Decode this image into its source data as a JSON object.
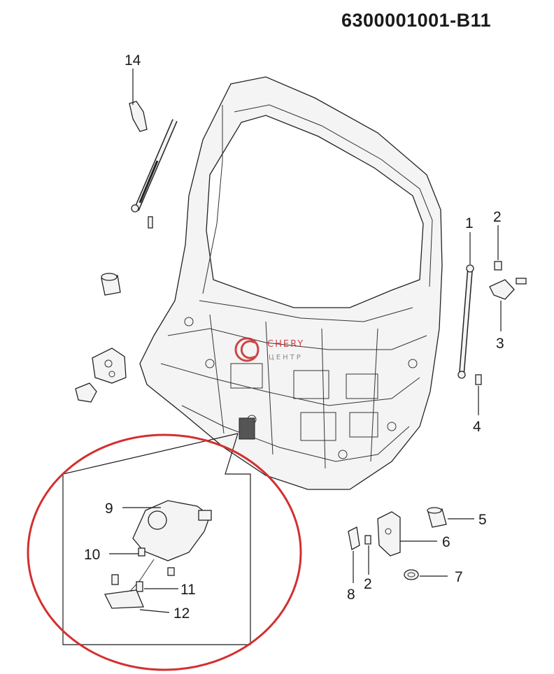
{
  "diagram_code": "6300001001-B11",
  "callouts": [
    {
      "id": "c1",
      "label": "1"
    },
    {
      "id": "c2a",
      "label": "2"
    },
    {
      "id": "c3",
      "label": "3"
    },
    {
      "id": "c4",
      "label": "4"
    },
    {
      "id": "c5",
      "label": "5"
    },
    {
      "id": "c6",
      "label": "6"
    },
    {
      "id": "c7",
      "label": "7"
    },
    {
      "id": "c8",
      "label": "8"
    },
    {
      "id": "c2b",
      "label": "2"
    },
    {
      "id": "c9",
      "label": "9"
    },
    {
      "id": "c10",
      "label": "10"
    },
    {
      "id": "c11",
      "label": "11"
    },
    {
      "id": "c12",
      "label": "12"
    },
    {
      "id": "c14",
      "label": "14"
    }
  ],
  "watermark": {
    "brand": "CHERY",
    "sub": "ЦЕНТР"
  },
  "colors": {
    "highlight_ellipse": "#d32f2f",
    "watermark": "#c62828",
    "ink": "#1a1a1a"
  }
}
